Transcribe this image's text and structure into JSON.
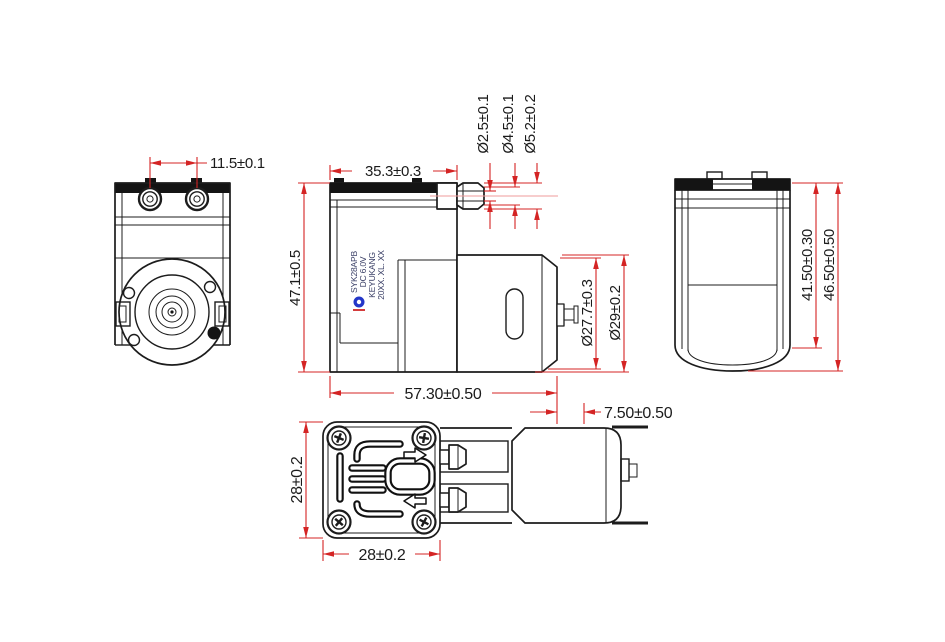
{
  "meta": {
    "background": "#ffffff",
    "line_color": "#1c1c1c",
    "dimension_color": "#d42424",
    "logo_color": "#2436c8"
  },
  "dims": {
    "port_spacing": "11.5±0.1",
    "head_width": "35.3±0.3",
    "overall_height": "47.1±0.5",
    "overall_length": "57.30±0.50",
    "nozzle_bore": "Ø2.5±0.1",
    "nozzle_mid": "Ø4.5±0.1",
    "nozzle_barb": "Ø5.2±0.2",
    "motor_body_dia": "Ø27.7±0.3",
    "motor_outer_dia": "Ø29±0.2",
    "rear_inner_height": "41.50±0.30",
    "rear_outer_height": "46.50±0.50",
    "plate_height": "28±0.2",
    "plate_width": "28±0.2",
    "terminal_length": "7.50±0.50"
  },
  "label": {
    "model": "SYK28APB",
    "voltage": "DC 6.0V",
    "brand": "KEYUKANG",
    "date": "20XX. XL. XX"
  }
}
